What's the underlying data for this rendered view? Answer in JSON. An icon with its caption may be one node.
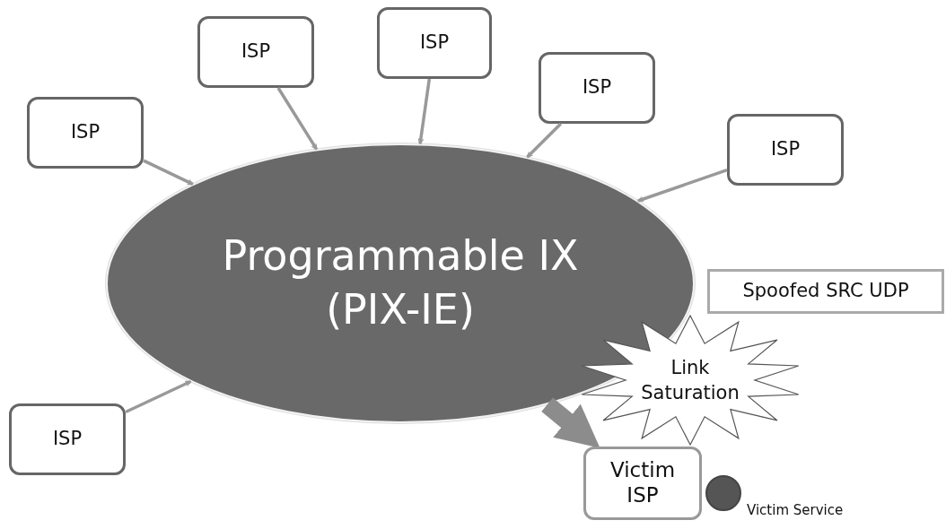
{
  "diagram": {
    "nodes": [
      {
        "text": [
          "ISP"
        ]
      },
      {
        "text": [
          "ISP"
        ]
      },
      {
        "text": [
          "ISP"
        ]
      },
      {
        "text": [
          "ISP"
        ]
      },
      {
        "text": [
          "ISP"
        ]
      },
      {
        "text": [
          "Programmable IX",
          "(PIX-IE)"
        ]
      },
      {
        "text": [
          "ISP"
        ]
      },
      {
        "text": [
          "Spoofed SRC UDP"
        ]
      },
      {
        "text": [
          "Link Saturation"
        ]
      },
      {
        "text": [
          "Victim ISP"
        ]
      },
      {
        "text": [],
        "shape": "circle",
        "beside": [
          "Victim Service"
        ]
      }
    ],
    "edges": [
      {
        "from": 0,
        "to": 5,
        "arrow": "to"
      },
      {
        "from": 1,
        "to": 5,
        "arrow": "to"
      },
      {
        "from": 2,
        "to": 5,
        "arrow": "to"
      },
      {
        "from": 3,
        "to": 5,
        "arrow": "to"
      },
      {
        "from": 4,
        "to": 5,
        "arrow": "to"
      },
      {
        "from": 6,
        "to": 5,
        "arrow": "to"
      },
      {
        "from": 5,
        "to": 9,
        "arrow": "to",
        "style": "thick",
        "color": "#8c8c8c"
      }
    ]
  }
}
